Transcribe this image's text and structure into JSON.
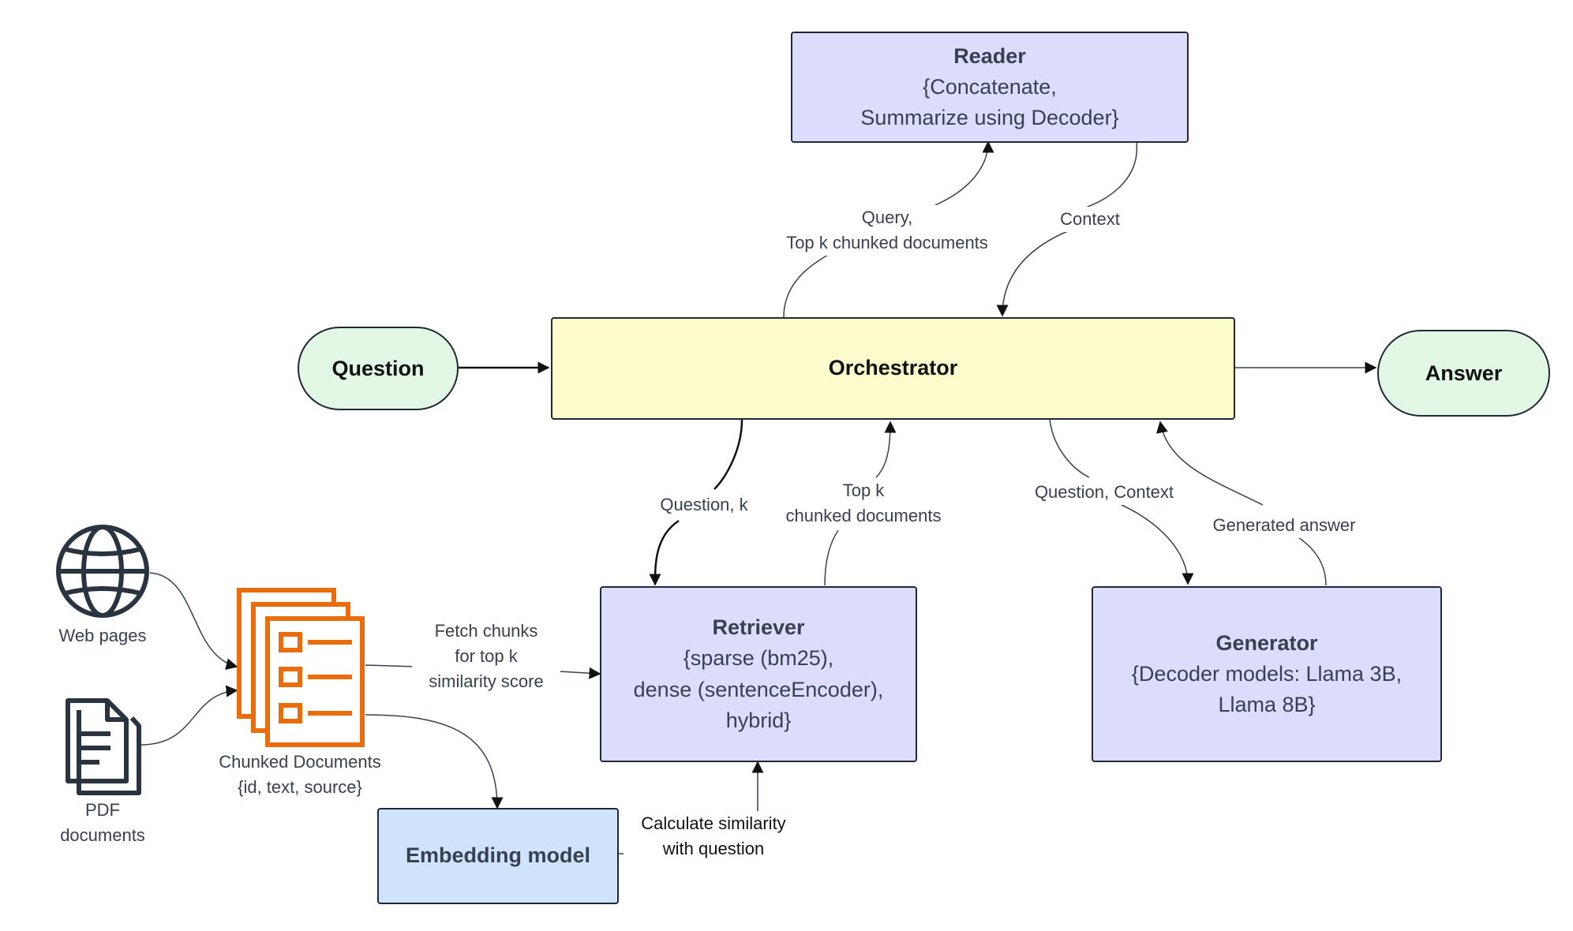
{
  "colors": {
    "purple_box": "#dcdcfc",
    "yellow_box": "#fbfbcc",
    "green_pill": "#e2f8e4",
    "blue_box": "#cfe3fc",
    "orange_icon": "#ea6c0a",
    "dark_icon": "#2a3441",
    "edge": "#374151"
  },
  "nodes": {
    "reader": {
      "title": "Reader",
      "lines": [
        "{Concatenate,",
        "Summarize using Decoder}"
      ]
    },
    "orchestrator": {
      "title": "Orchestrator"
    },
    "question": {
      "label": "Question"
    },
    "answer": {
      "label": "Answer"
    },
    "retriever": {
      "title": "Retriever",
      "lines": [
        "{sparse (bm25),",
        "dense (sentenceEncoder),",
        "hybrid}"
      ]
    },
    "generator": {
      "title": "Generator",
      "lines": [
        "{Decoder models: Llama 3B,",
        "Llama 8B}"
      ]
    },
    "embedding": {
      "title": "Embedding model"
    }
  },
  "icons": {
    "web": {
      "name": "globe-icon",
      "label": "Web pages"
    },
    "pdf": {
      "name": "document-icon",
      "lines": [
        "PDF",
        "documents"
      ]
    },
    "chunks": {
      "name": "checklist-stack-icon",
      "lines": [
        "Chunked Documents",
        "{id, text, source}"
      ]
    }
  },
  "edge_labels": {
    "query_topk": [
      "Query,",
      "Top k chunked documents"
    ],
    "context": [
      "Context"
    ],
    "question_k": [
      "Question, k"
    ],
    "topk_chunked": [
      "Top k",
      "chunked documents"
    ],
    "question_context": [
      "Question, Context"
    ],
    "generated_answer": [
      "Generated answer"
    ],
    "fetch_chunks": [
      "Fetch chunks",
      "for top k",
      "similarity score"
    ],
    "calc_similarity": [
      "Calculate similarity",
      "with question"
    ]
  }
}
